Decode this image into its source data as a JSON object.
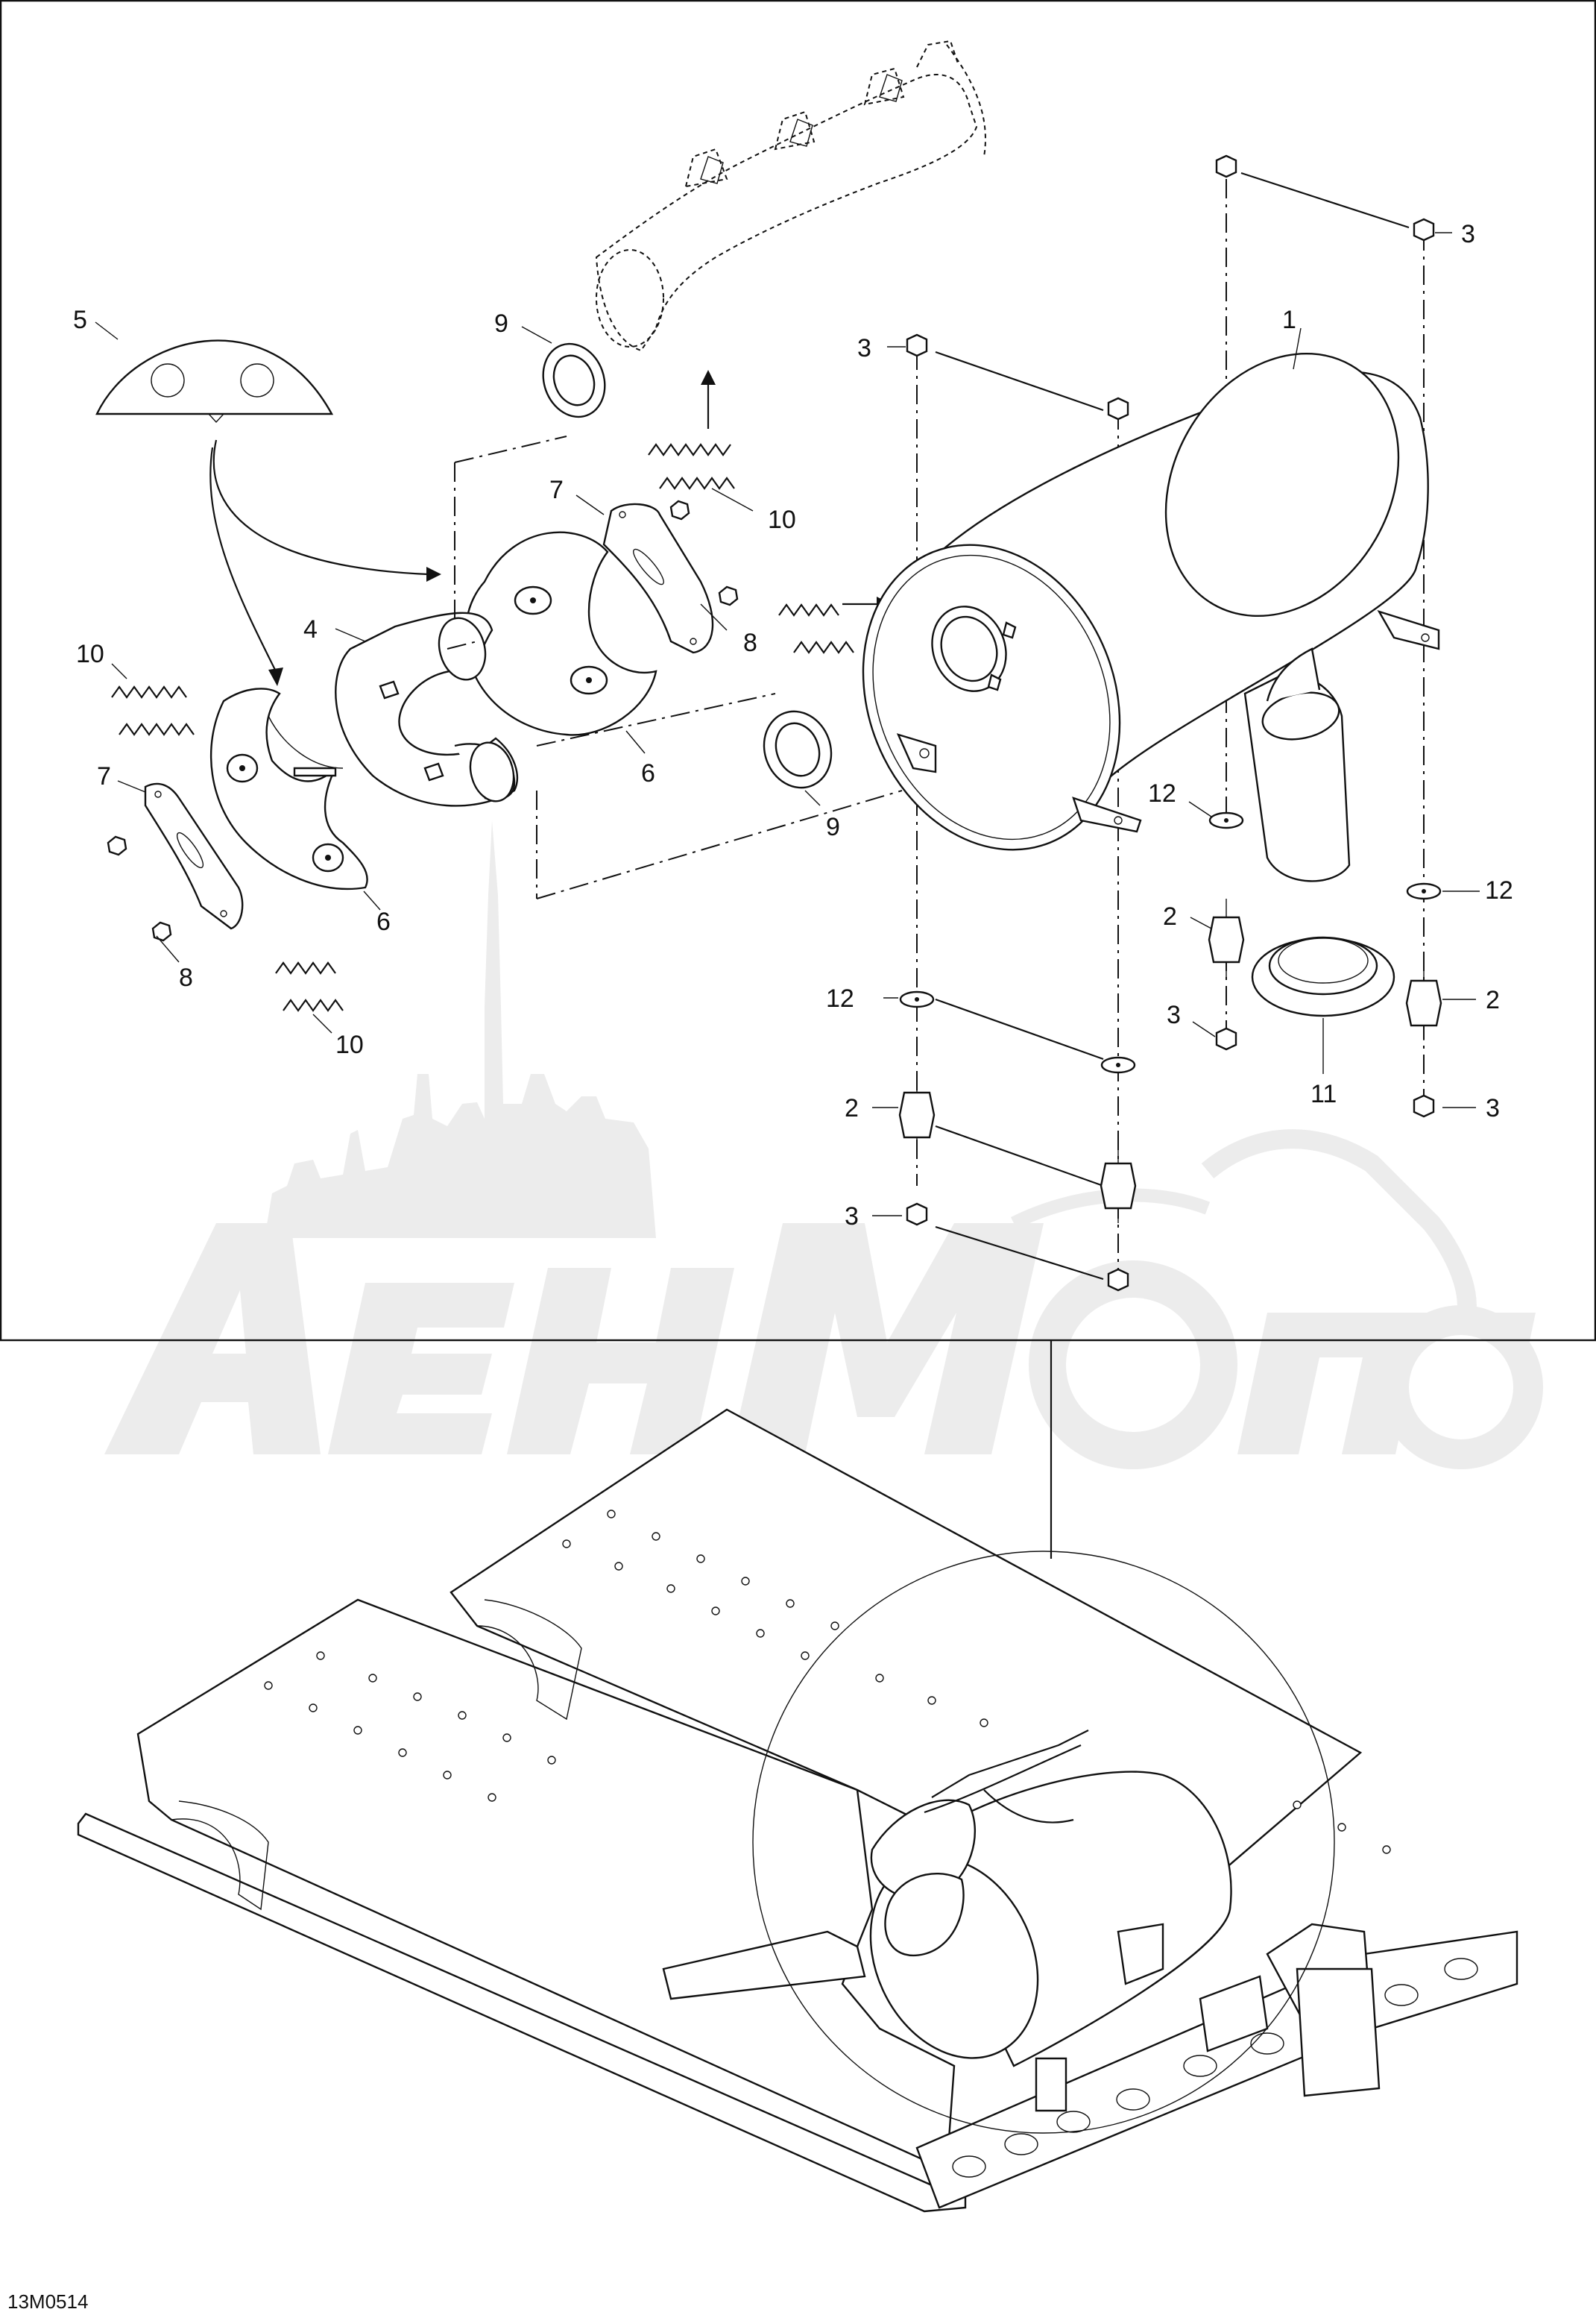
{
  "figure": {
    "reference_code": "13M0514",
    "callouts": [
      {
        "id": "c1",
        "text": "1"
      },
      {
        "id": "c2a",
        "text": "2"
      },
      {
        "id": "c2b",
        "text": "2"
      },
      {
        "id": "c2c",
        "text": "2"
      },
      {
        "id": "c3a",
        "text": "3"
      },
      {
        "id": "c3b",
        "text": "3"
      },
      {
        "id": "c3c",
        "text": "3"
      },
      {
        "id": "c3d",
        "text": "3"
      },
      {
        "id": "c3e",
        "text": "3"
      },
      {
        "id": "c4",
        "text": "4"
      },
      {
        "id": "c5",
        "text": "5"
      },
      {
        "id": "c6a",
        "text": "6"
      },
      {
        "id": "c6b",
        "text": "6"
      },
      {
        "id": "c7a",
        "text": "7"
      },
      {
        "id": "c7b",
        "text": "7"
      },
      {
        "id": "c8a",
        "text": "8"
      },
      {
        "id": "c8b",
        "text": "8"
      },
      {
        "id": "c9a",
        "text": "9"
      },
      {
        "id": "c9b",
        "text": "9"
      },
      {
        "id": "c10a",
        "text": "10"
      },
      {
        "id": "c10b",
        "text": "10"
      },
      {
        "id": "c10c",
        "text": "10"
      },
      {
        "id": "c11",
        "text": "11"
      },
      {
        "id": "c12a",
        "text": "12"
      },
      {
        "id": "c12b",
        "text": "12"
      },
      {
        "id": "c12c",
        "text": "12"
      }
    ]
  }
}
